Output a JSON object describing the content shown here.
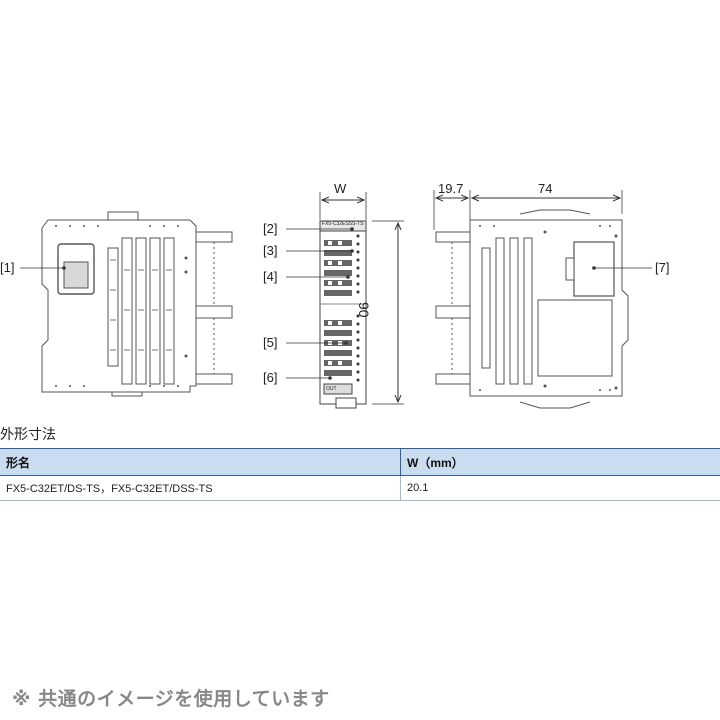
{
  "dimensions": {
    "width_label": "W",
    "height_label": "90",
    "side_depth_label": "19.7",
    "side_width_label": "74"
  },
  "callouts": [
    "[1]",
    "[2]",
    "[3]",
    "[4]",
    "[5]",
    "[6]",
    "[7]"
  ],
  "module_labels": {
    "top_tag": "FX5-C32ESSS-TS",
    "bottom_tag": "OUT"
  },
  "caption": "外形寸法",
  "table": {
    "headers": [
      "形名",
      "W（mm）"
    ],
    "rows": [
      [
        "FX5-C32ET/DS-TS，FX5-C32ET/DSS-TS",
        "20.1"
      ]
    ]
  },
  "note": "※ 共通のイメージを使用しています"
}
